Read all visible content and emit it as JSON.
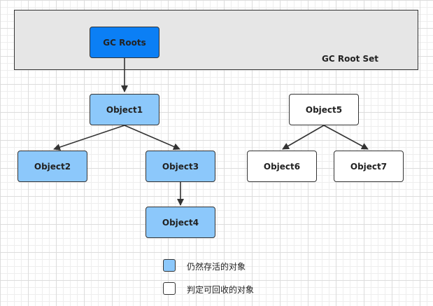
{
  "root_set": {
    "label": "GC Root Set"
  },
  "nodes": {
    "gc_roots": "GC Roots",
    "object1": "Object1",
    "object2": "Object2",
    "object3": "Object3",
    "object4": "Object4",
    "object5": "Object5",
    "object6": "Object6",
    "object7": "Object7"
  },
  "legend": {
    "alive": "仍然存活的对象",
    "collectable": "判定可回收的对象"
  },
  "colors": {
    "root": "#0b7ff5",
    "alive": "#8cc8fb",
    "collectable": "#ffffff",
    "root_set_bg": "#e6e6e6"
  }
}
